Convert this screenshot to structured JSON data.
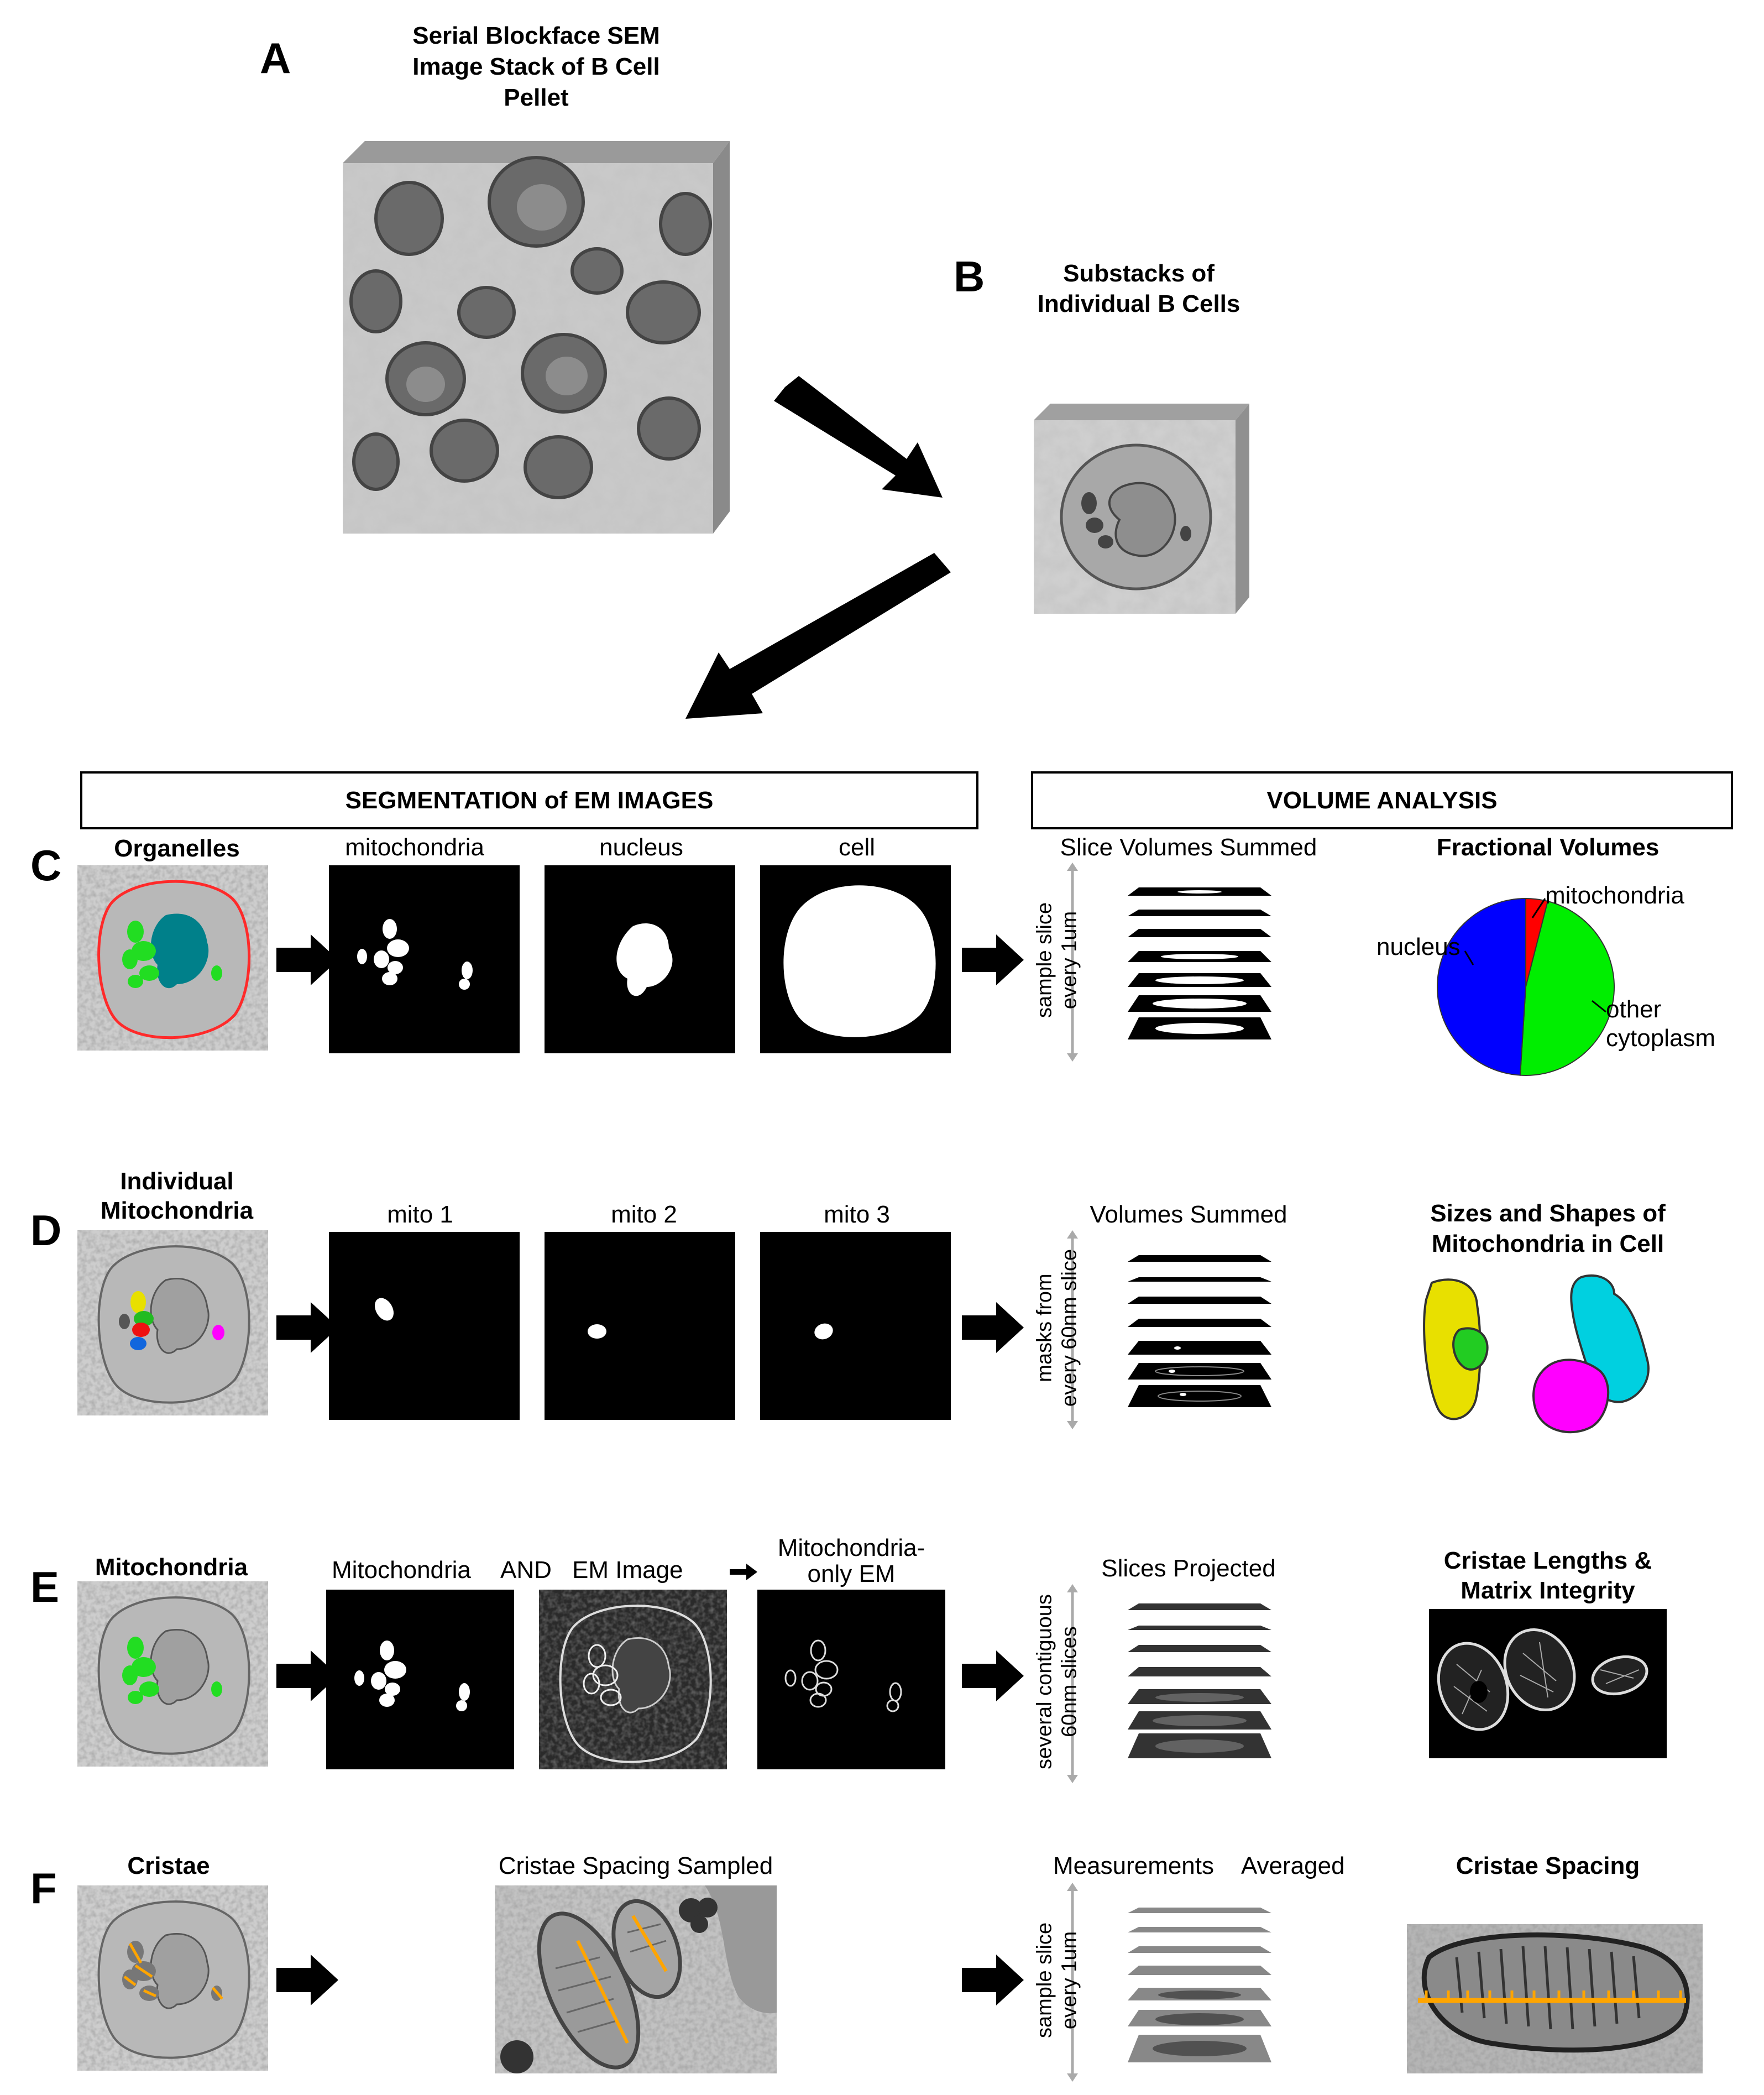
{
  "panels": {
    "A": {
      "letter": "A",
      "title_lines": [
        "Serial Blockface SEM",
        "Image Stack of B Cell",
        "Pellet"
      ]
    },
    "B": {
      "letter": "B",
      "title_lines": [
        "Substacks of",
        "Individual B Cells"
      ]
    },
    "C": {
      "letter": "C",
      "label": "Organelles",
      "masks": [
        "mitochondria",
        "nucleus",
        "cell"
      ],
      "stack_title": "Slice Volumes Summed",
      "axis_label_lines": [
        "sample slice",
        "every 1um"
      ],
      "result_title": "Fractional Volumes"
    },
    "D": {
      "letter": "D",
      "label_lines": [
        "Individual",
        "Mitochondria"
      ],
      "masks": [
        "mito 1",
        "mito 2",
        "mito 3"
      ],
      "stack_title": "Volumes Summed",
      "axis_label_lines": [
        "masks from",
        "every 60nm slice"
      ],
      "result_title_lines": [
        "Sizes and Shapes of",
        "Mitochondria in Cell"
      ]
    },
    "E": {
      "letter": "E",
      "label": "Mitochondria",
      "mask_label": "Mitochondria",
      "and_label": "AND",
      "em_label": "EM Image",
      "result_mask_lines": [
        "Mitochondria-",
        "only EM"
      ],
      "stack_title": "Slices Projected",
      "axis_label_lines": [
        "several contiguous",
        "60nm slices"
      ],
      "result_title_lines": [
        "Cristae Lengths &",
        "Matrix Integrity"
      ]
    },
    "F": {
      "letter": "F",
      "label": "Cristae",
      "sample_title": "Cristae Spacing Sampled",
      "stack_title_a": "Measurements",
      "stack_title_b": "Averaged",
      "axis_label_lines": [
        "sample slice",
        "every 1um"
      ],
      "result_title": "Cristae Spacing"
    }
  },
  "headers": {
    "segmentation": "SEGMENTATION of EM IMAGES",
    "volume": "VOLUME ANALYSIS"
  },
  "chart_data": {
    "type": "pie",
    "title": "Fractional Volumes",
    "slices": [
      {
        "label": "mitochondria",
        "value": 4,
        "color": "#ff0000"
      },
      {
        "label": "other cytoplasm",
        "value": 47,
        "color": "#00ee00"
      },
      {
        "label": "nucleus",
        "value": 49,
        "color": "#0000ff"
      }
    ]
  },
  "colors": {
    "cell_outline": "#ff2a2a",
    "mito_green": "#22dd22",
    "nucleus_teal": "#00808a",
    "mito_yellow": "#e8e000",
    "mito_magenta": "#ff00ff",
    "mito_cyan": "#00d0e0",
    "mito_red": "#ee1111",
    "mito_blue": "#1166dd",
    "cristae_orange": "#ffa500"
  }
}
